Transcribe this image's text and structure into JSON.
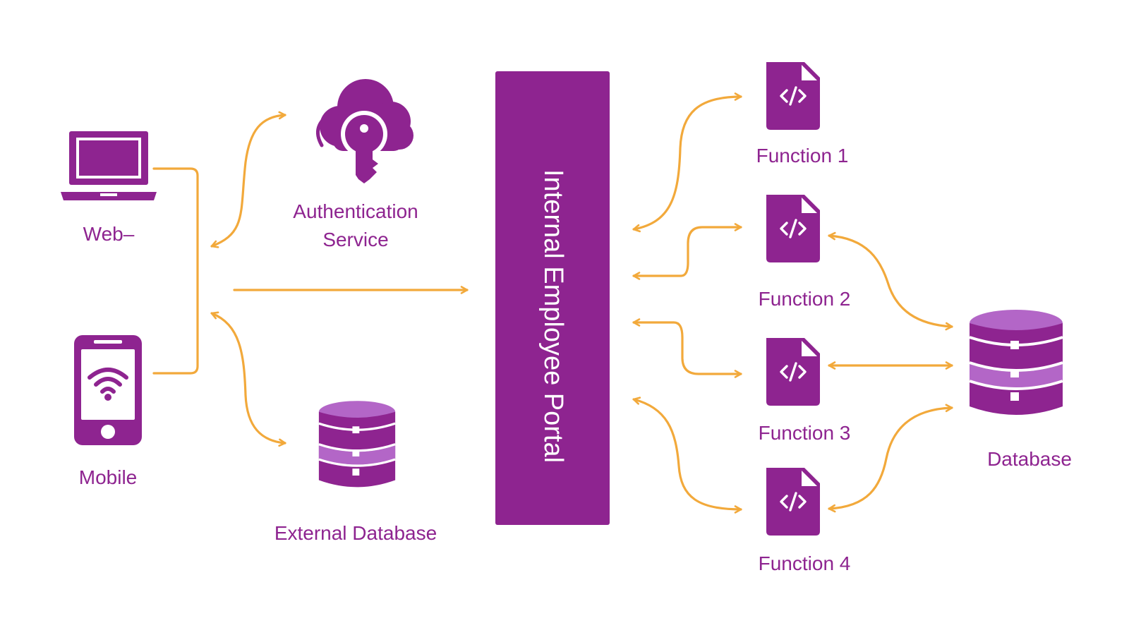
{
  "colors": {
    "purple": "#8e2490",
    "purple_light": "#b366c7",
    "connector": "#f2a93b",
    "background": "#ffffff"
  },
  "labels": {
    "web": "Web–",
    "mobile": "Mobile",
    "auth_line1": "Authentication",
    "auth_line2": "Service",
    "external_db": "External Database",
    "portal": "Internal Employee Portal",
    "function1": "Function 1",
    "function2": "Function 2",
    "function3": "Function 3",
    "function4": "Function 4",
    "database": "Database"
  },
  "icons": {
    "web": "laptop-icon",
    "mobile": "smartphone-wifi-icon",
    "auth": "cloud-key-icon",
    "external_db": "database-icon",
    "functions": "code-file-icon",
    "database": "database-icon"
  }
}
